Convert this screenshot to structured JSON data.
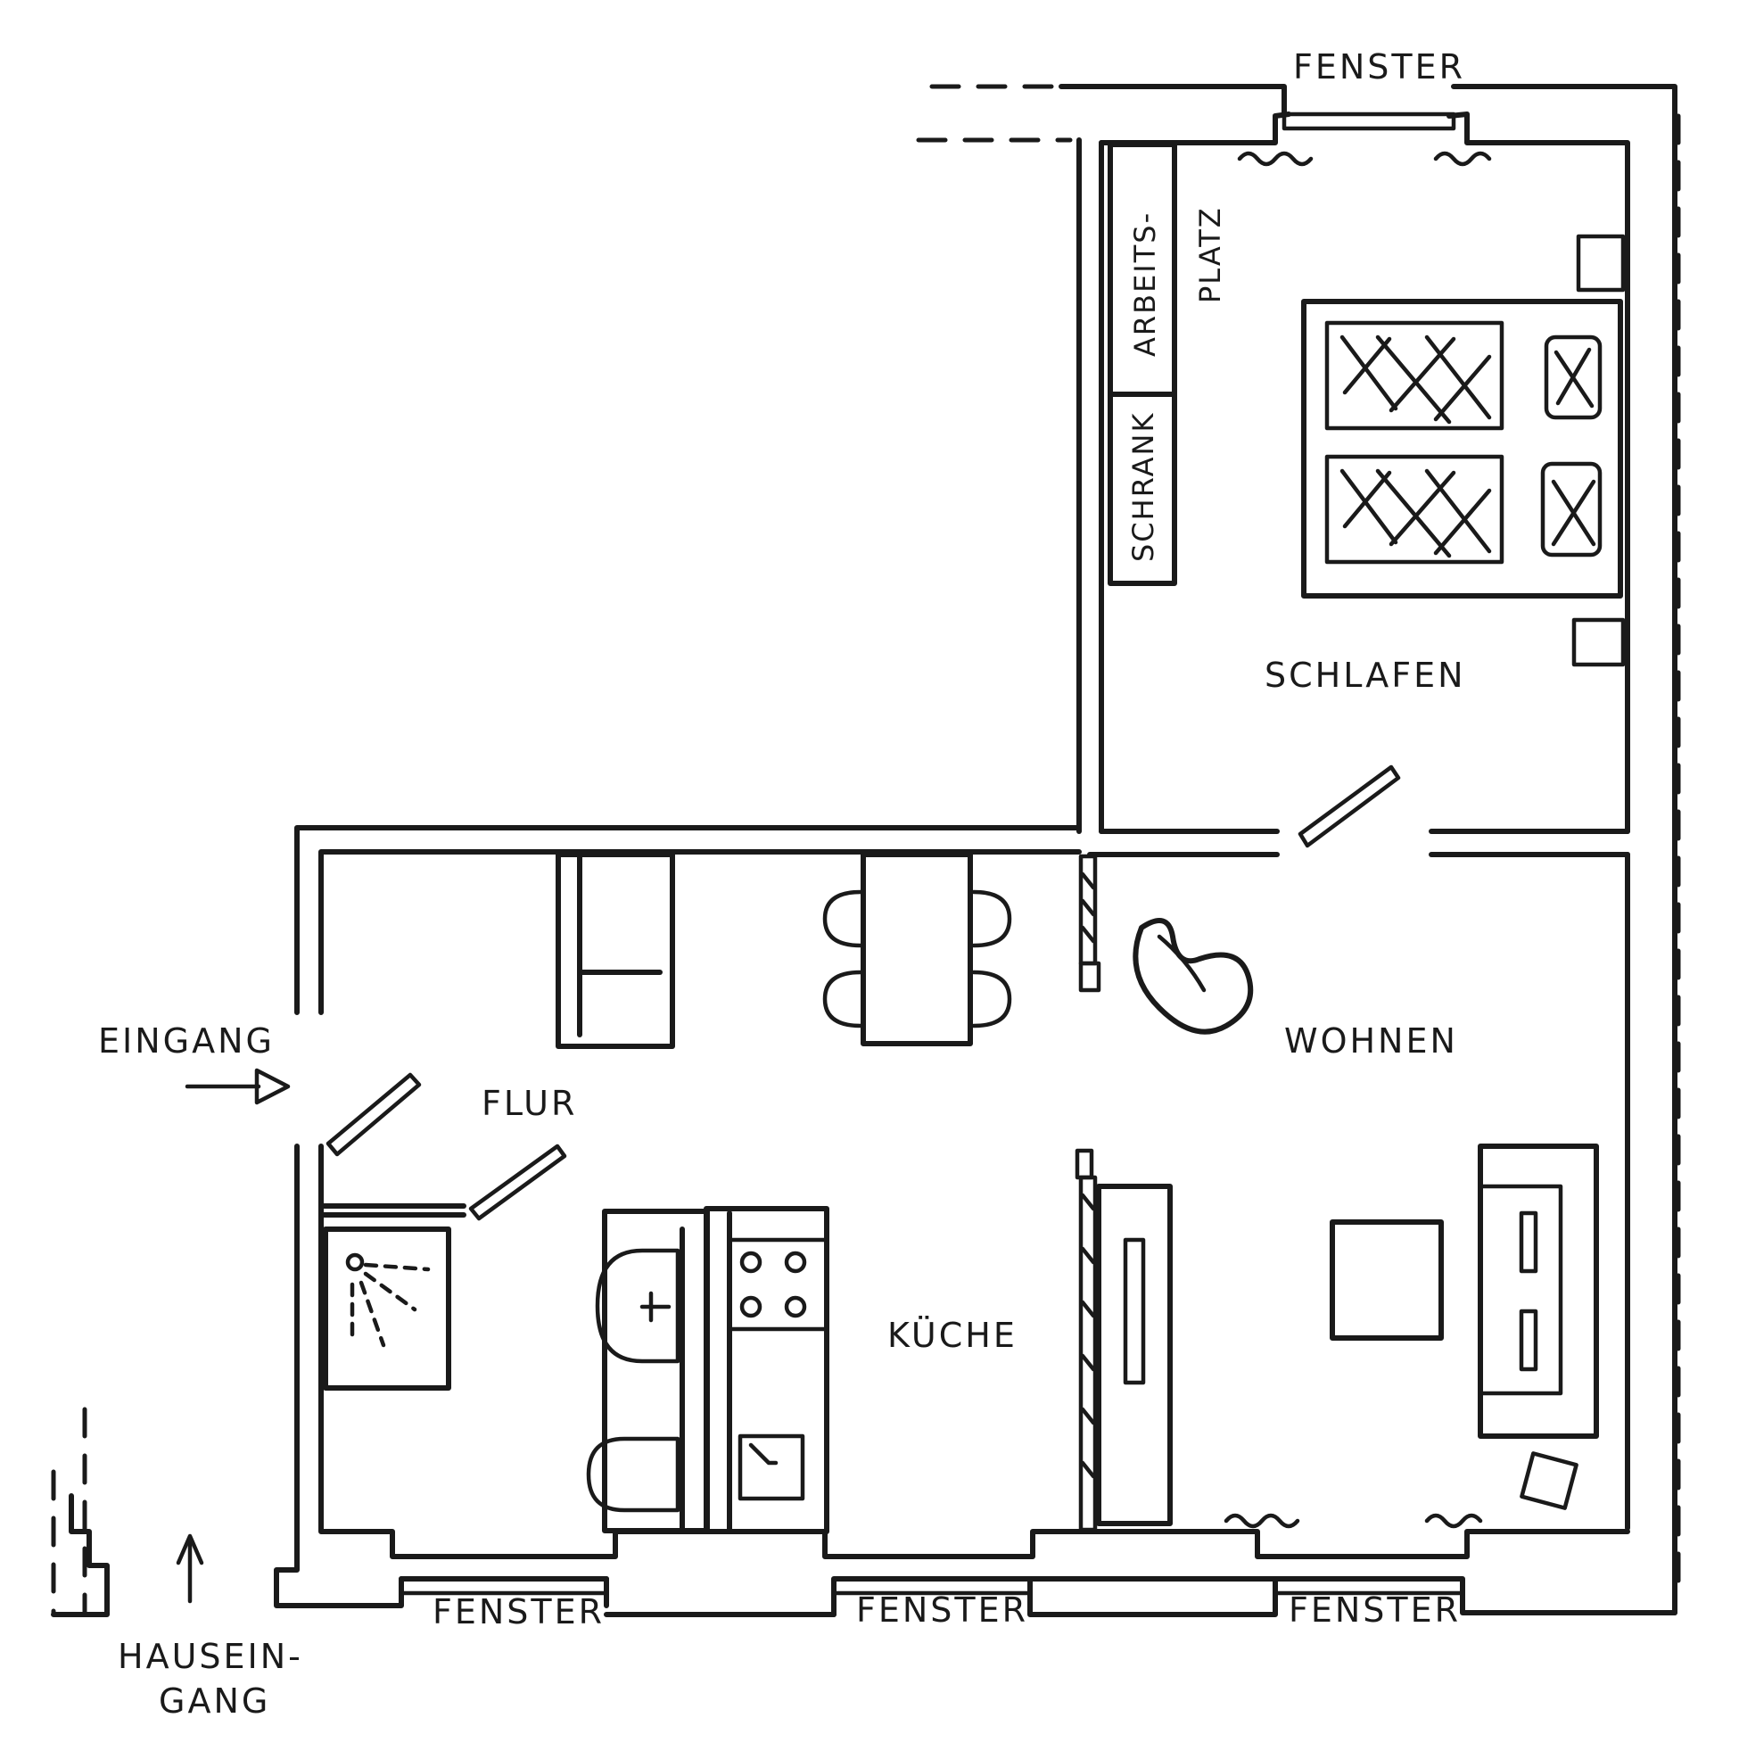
{
  "rooms": {
    "schlafen": "SCHLAFEN",
    "wohnen": "WOHNEN",
    "kueche": "KÜCHE",
    "flur": "FLUR"
  },
  "labels": {
    "eingang": "EINGANG",
    "hauseingang_1": "HAUSEIN-",
    "hauseingang_2": "GANG",
    "fenster_top": "FENSTER",
    "fenster_bottom_1": "FENSTER",
    "fenster_bottom_2": "FENSTER",
    "fenster_bottom_3": "FENSTER",
    "arbeitsplatz_1": "ARBEITS-",
    "arbeitsplatz_2": "PLATZ",
    "schrank": "SCHRANK"
  }
}
